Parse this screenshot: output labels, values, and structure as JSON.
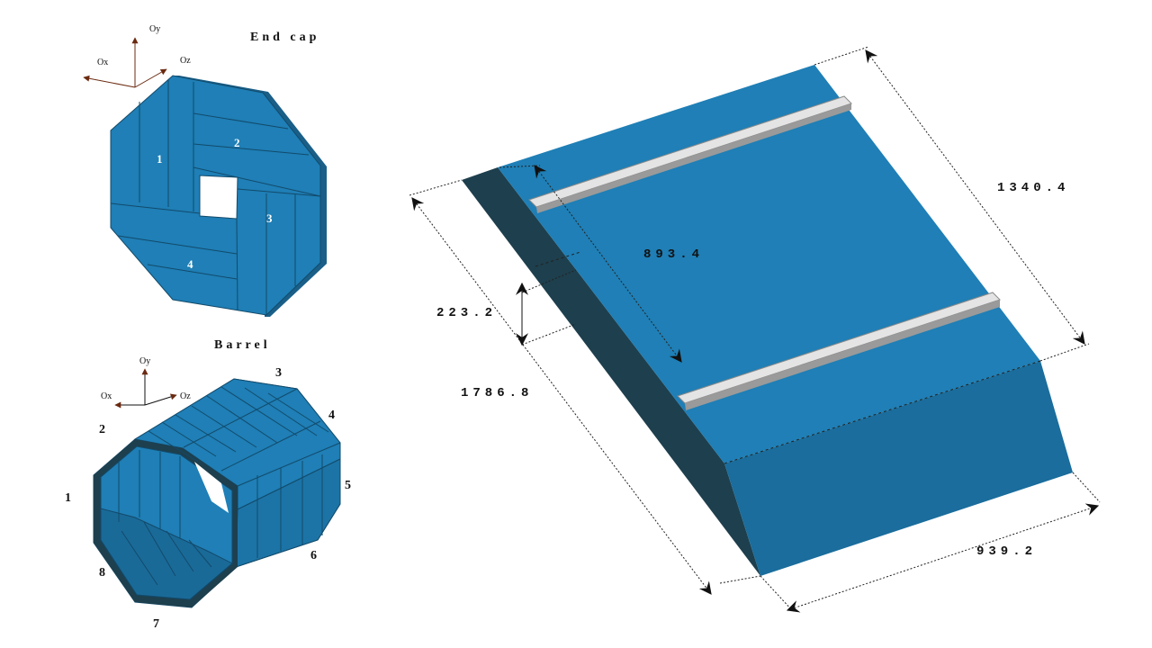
{
  "colors": {
    "face": "#1f7fb6",
    "face_mid": "#1a6d9c",
    "face_dark": "#1e3f4d",
    "edge": "#124a6b",
    "rail": "#e4e4e4",
    "arrow": "#6b2a10"
  },
  "endcap": {
    "title": "End cap",
    "axes": {
      "x": "Ox",
      "y": "Oy",
      "z": "Oz"
    },
    "labels": [
      "1",
      "2",
      "3",
      "4"
    ]
  },
  "barrel": {
    "title": "Barrel",
    "axes": {
      "x": "Ox",
      "y": "Oy",
      "z": "Oz"
    },
    "labels": [
      "1",
      "2",
      "3",
      "4",
      "5",
      "6",
      "7",
      "8"
    ]
  },
  "module": {
    "dimensions": {
      "length_top": "1340.4",
      "spacing": "893.4",
      "height": "223.2",
      "length_bottom": "1786.8",
      "width": "939.2"
    }
  }
}
